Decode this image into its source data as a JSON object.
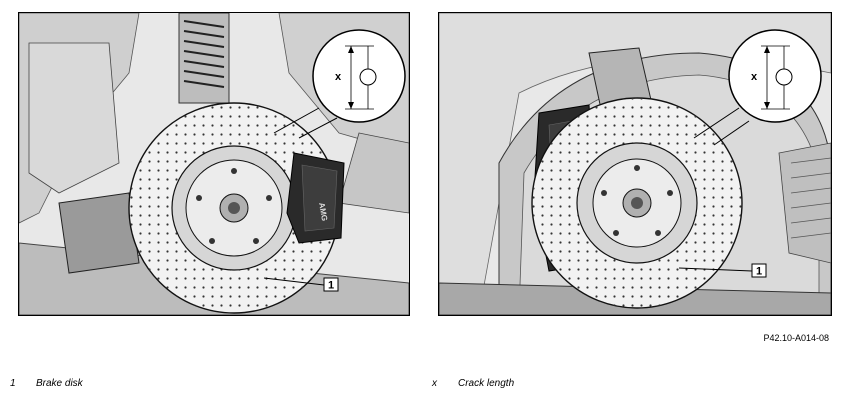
{
  "figure": {
    "reference_code": "P42.10-A014-08",
    "callout_number": "1",
    "dimension_symbol": "x",
    "caliper_brand": "AMG"
  },
  "legend": [
    {
      "key": "1",
      "text": "Brake disk"
    },
    {
      "key": "x",
      "text": "Crack length"
    }
  ]
}
